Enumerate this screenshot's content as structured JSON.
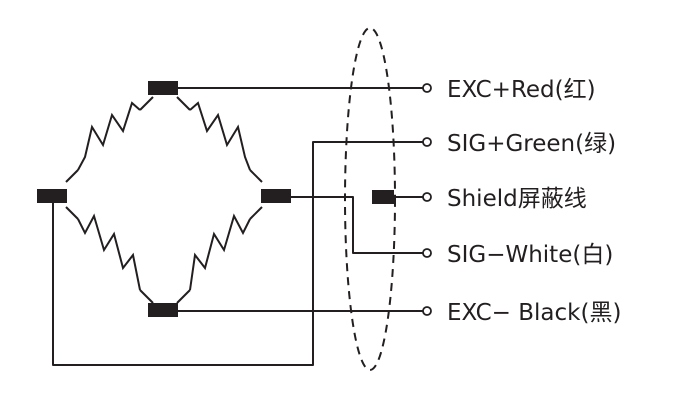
{
  "terminals": [
    {
      "id": "exc-plus",
      "label": "EXC+Red(红)"
    },
    {
      "id": "sig-plus",
      "label": "SIG+Green(绿)"
    },
    {
      "id": "shield",
      "label": "Shield屏蔽线"
    },
    {
      "id": "sig-minus",
      "label": "SIG−White(白)"
    },
    {
      "id": "exc-minus",
      "label": "EXC− Black(黑)"
    }
  ]
}
